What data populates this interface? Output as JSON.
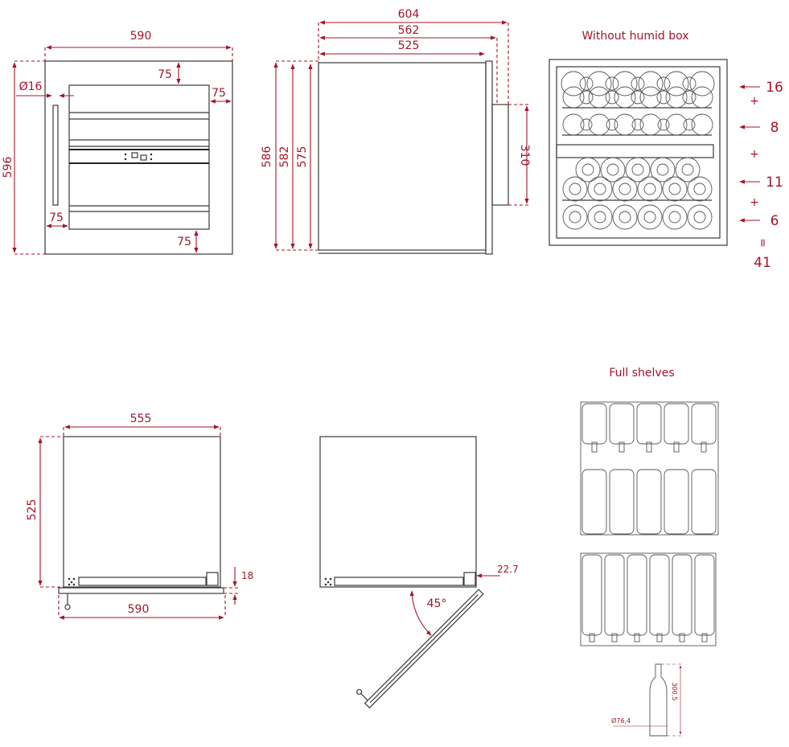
{
  "colors": {
    "dimension": "#a3152a",
    "outline": "#3a3a3a"
  },
  "front_view": {
    "width": "590",
    "height": "596",
    "gap_top": "75",
    "gap_right": "75",
    "gap_left": "75",
    "gap_bottom": "75",
    "handle_diameter": "Ø16"
  },
  "side_view": {
    "depth_total": "604",
    "depth_mid": "562",
    "depth_body": "525",
    "height_1": "586",
    "height_2": "582",
    "height_3": "575",
    "hinge_height": "310"
  },
  "capacity_view": {
    "title": "Without humid box",
    "rows": [
      "16",
      "8",
      "11",
      "6"
    ],
    "plus": "+",
    "equals": "=",
    "total": "41"
  },
  "top_view_closed": {
    "width": "555",
    "depth": "525",
    "door_thickness": "18",
    "overall_width": "590"
  },
  "top_view_open": {
    "angle": "45°",
    "offset": "22.7"
  },
  "full_shelves": {
    "title": "Full shelves",
    "bottle_height": "300,5",
    "bottle_diameter": "Ø76,4"
  }
}
